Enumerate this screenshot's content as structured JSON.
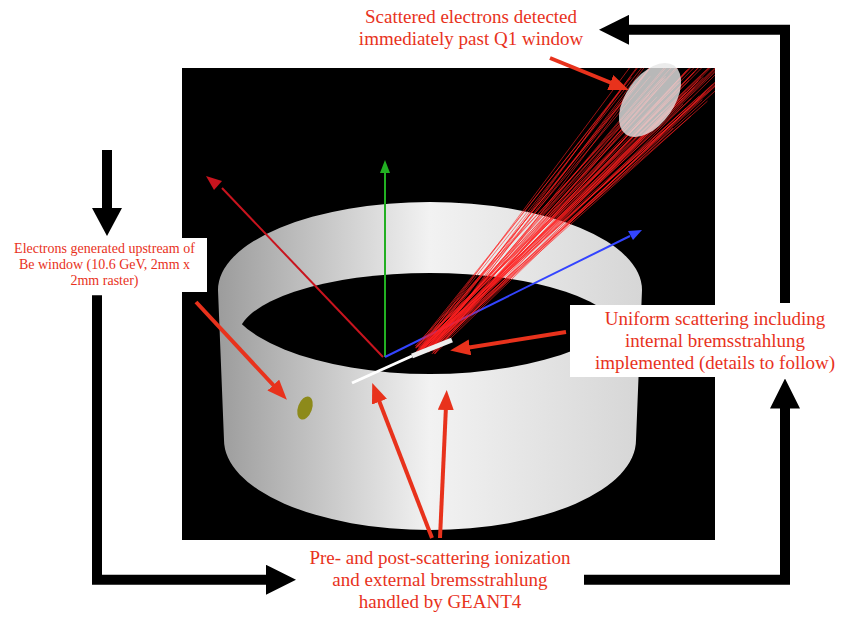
{
  "diagram": {
    "nodes": [
      {
        "text": [
          "Scattered electrons detected immediately past Q1 window"
        ]
      },
      {
        "text": [
          "Electrons generated upstream of Be window (10.6 GeV, 2mm x 2mm raster)"
        ]
      },
      {
        "text": [
          "Uniform scattering including internal bremsstrahlung implemented (details to follow)"
        ]
      },
      {
        "text": [
          "Pre- and post-scattering ionization and external bremsstrahlung handled by GEANT4"
        ]
      }
    ],
    "edges": [
      {
        "from": 1,
        "to": 3,
        "arrow": "to"
      },
      {
        "from": 3,
        "to": 2,
        "arrow": "to"
      },
      {
        "from": 2,
        "to": 0,
        "arrow": "to"
      }
    ]
  }
}
